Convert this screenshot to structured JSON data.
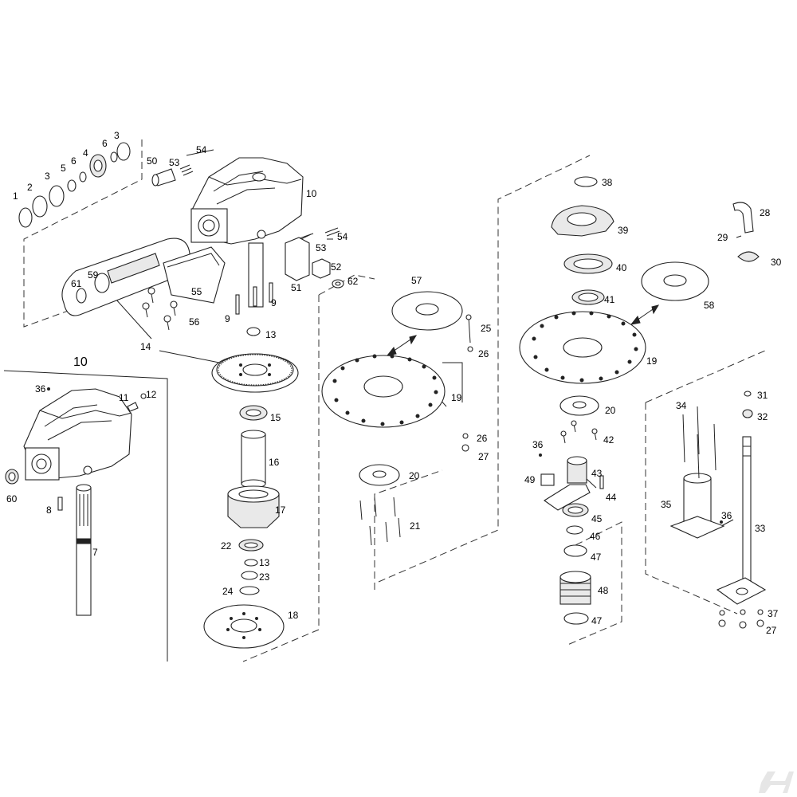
{
  "diagram": {
    "inset_title": "10",
    "callouts": [
      "1",
      "2",
      "3",
      "5",
      "6",
      "4",
      "6",
      "3",
      "50",
      "53",
      "54",
      "10",
      "53",
      "54",
      "52",
      "62",
      "51",
      "55",
      "56",
      "59",
      "61",
      "9",
      "9",
      "13",
      "14",
      "12",
      "11",
      "36",
      "10",
      "60",
      "8",
      "7",
      "15",
      "16",
      "17",
      "22",
      "13",
      "23",
      "24",
      "18",
      "57",
      "25",
      "26",
      "19",
      "26",
      "27",
      "20",
      "21",
      "38",
      "39",
      "40",
      "41",
      "58",
      "19",
      "20",
      "36",
      "42",
      "49",
      "43",
      "44",
      "45",
      "46",
      "47",
      "48",
      "47",
      "28",
      "29",
      "30",
      "31",
      "32",
      "34",
      "35",
      "36",
      "33",
      "37",
      "27"
    ]
  },
  "colors": {
    "line": "#222222",
    "background": "#ffffff",
    "logo": "#e6e6e6"
  }
}
